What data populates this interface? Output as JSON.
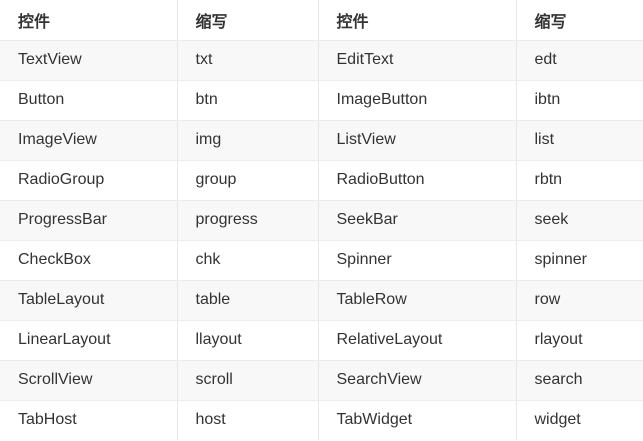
{
  "table": {
    "headers": [
      "控件",
      "缩写",
      "控件",
      "缩写"
    ],
    "rows": [
      [
        "TextView",
        "txt",
        "EditText",
        "edt"
      ],
      [
        "Button",
        "btn",
        "ImageButton",
        "ibtn"
      ],
      [
        "ImageView",
        "img",
        "ListView",
        "list"
      ],
      [
        "RadioGroup",
        "group",
        "RadioButton",
        "rbtn"
      ],
      [
        "ProgressBar",
        "progress",
        "SeekBar",
        "seek"
      ],
      [
        "CheckBox",
        "chk",
        "Spinner",
        "spinner"
      ],
      [
        "TableLayout",
        "table",
        "TableRow",
        "row"
      ],
      [
        "LinearLayout",
        "llayout",
        "RelativeLayout",
        "rlayout"
      ],
      [
        "ScrollView",
        "scroll",
        "SearchView",
        "search"
      ],
      [
        "TabHost",
        "host",
        "TabWidget",
        "widget"
      ]
    ]
  }
}
